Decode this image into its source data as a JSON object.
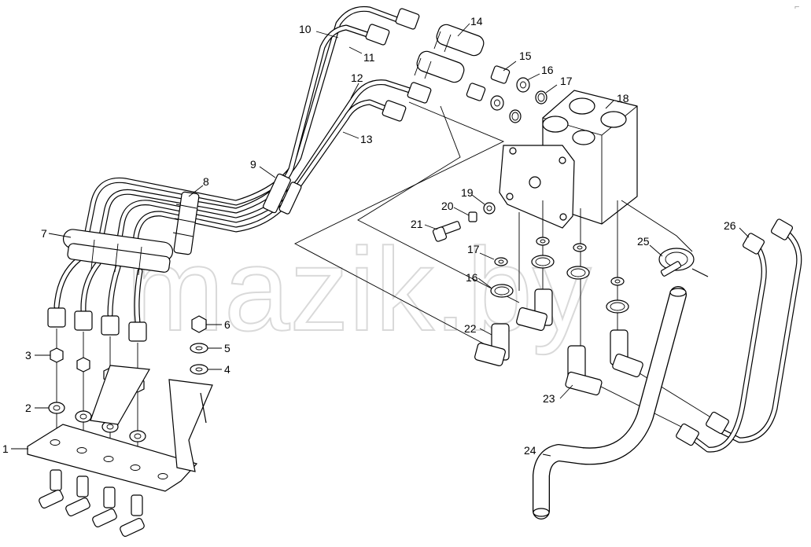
{
  "diagram": {
    "watermark": "mazik.by",
    "corner_mark": "⌐",
    "callouts": [
      "1",
      "2",
      "3",
      "4",
      "5",
      "6",
      "7",
      "8",
      "9",
      "10",
      "11",
      "12",
      "13",
      "14",
      "15",
      "16",
      "17",
      "18",
      "19",
      "20",
      "21",
      "16",
      "17",
      "22",
      "23",
      "24",
      "25",
      "26"
    ]
  }
}
